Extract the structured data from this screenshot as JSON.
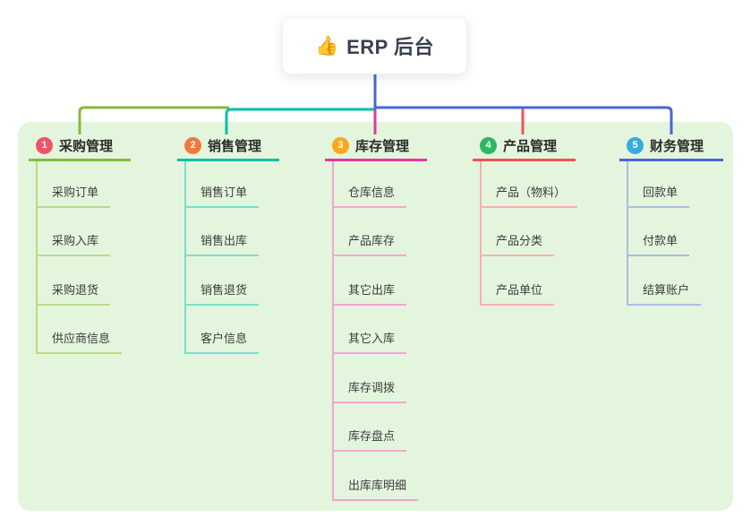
{
  "root": {
    "icon": "👍",
    "title": "ERP 后台"
  },
  "canvas": {
    "background": "#ffffff",
    "panel_background": "#e4f5dd"
  },
  "branches": [
    {
      "number": "1",
      "title": "采购管理",
      "badge_color": "#ed5565",
      "line_color": "#84b93d",
      "light_color": "#b7db8c",
      "items": [
        "采购订单",
        "采购入库",
        "采购退货",
        "供应商信息"
      ]
    },
    {
      "number": "2",
      "title": "销售管理",
      "badge_color": "#f0793b",
      "line_color": "#00c0a2",
      "light_color": "#7edccb",
      "items": [
        "销售订单",
        "销售出库",
        "销售退货",
        "客户信息"
      ]
    },
    {
      "number": "3",
      "title": "库存管理",
      "badge_color": "#f8a81b",
      "line_color": "#e0399e",
      "light_color": "#f3a6cf",
      "items": [
        "仓库信息",
        "产品库存",
        "其它出库",
        "其它入库",
        "库存调拨",
        "库存盘点",
        "出库库明细"
      ]
    },
    {
      "number": "4",
      "title": "产品管理",
      "badge_color": "#2eb864",
      "line_color": "#f05352",
      "light_color": "#f8b0ae",
      "items": [
        "产品（物料）",
        "产品分类",
        "产品单位"
      ]
    },
    {
      "number": "5",
      "title": "财务管理",
      "badge_color": "#39abe0",
      "line_color": "#4766d6",
      "light_color": "#a9bce6",
      "items": [
        "回款单",
        "付款单",
        "结算账户"
      ]
    }
  ]
}
